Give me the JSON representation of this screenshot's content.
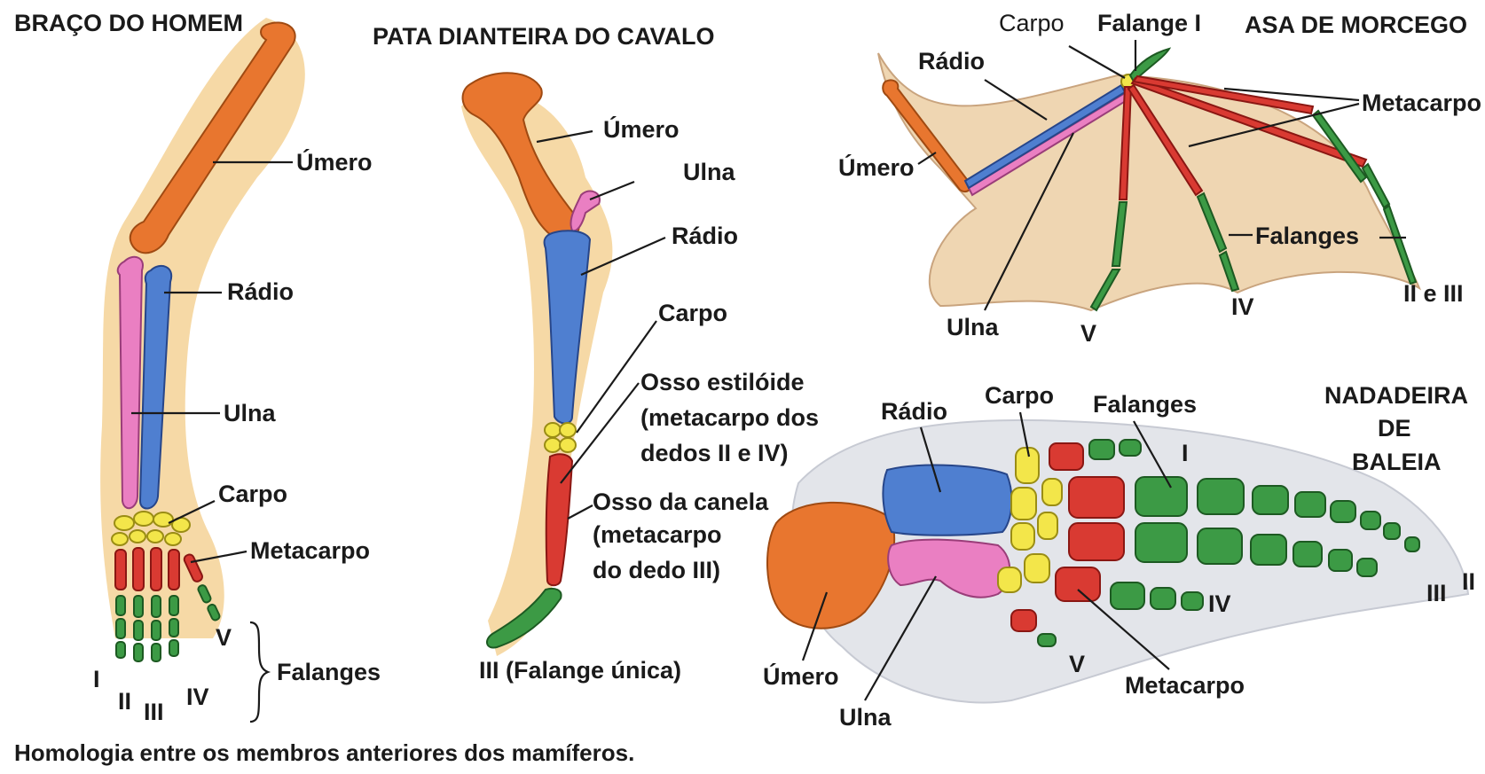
{
  "panels": {
    "human": {
      "title": "BRAÇO DO HOMEM",
      "labels": {
        "umero": "Úmero",
        "radio": "Rádio",
        "ulna": "Ulna",
        "carpo": "Carpo",
        "metacarpo": "Metacarpo",
        "falanges": "Falanges",
        "d1": "I",
        "d2": "II",
        "d3": "III",
        "d4": "IV",
        "d5": "V"
      }
    },
    "horse": {
      "title": "PATA DIANTEIRA DO CAVALO",
      "labels": {
        "umero": "Úmero",
        "ulna": "Ulna",
        "radio": "Rádio",
        "carpo": "Carpo",
        "estiloide_1": "Osso estilóide",
        "estiloide_2": "(metacarpo dos",
        "estiloide_3": "dedos II e IV)",
        "canela_1": "Osso da canela",
        "canela_2": "(metacarpo",
        "canela_3": "do dedo III)",
        "falange_unica": "III (Falange única)"
      }
    },
    "bat": {
      "title": "ASA DE MORCEGO",
      "labels": {
        "carpo": "Carpo",
        "falange1": "Falange I",
        "radio": "Rádio",
        "umero": "Úmero",
        "metacarpo": "Metacarpo",
        "falanges": "Falanges",
        "ulna": "Ulna",
        "d5": "V",
        "d4": "IV",
        "d23": "II e III"
      }
    },
    "whale": {
      "title_1": "NADADEIRA",
      "title_2": "DE",
      "title_3": "BALEIA",
      "labels": {
        "radio": "Rádio",
        "carpo": "Carpo",
        "falanges": "Falanges",
        "d1": "I",
        "d4": "IV",
        "d3": "III",
        "d2": "II",
        "d5": "V",
        "umero": "Úmero",
        "ulna": "Ulna",
        "metacarpo": "Metacarpo"
      }
    }
  },
  "caption": "Homologia entre os membros anteriores dos mamíferos.",
  "colors": {
    "humerus": "#e8762f",
    "radius": "#4f7fd0",
    "ulna": "#ea7fc2",
    "carpals": "#f3e64a",
    "metacarpals": "#d93a32",
    "phalanges": "#3c9a45"
  }
}
